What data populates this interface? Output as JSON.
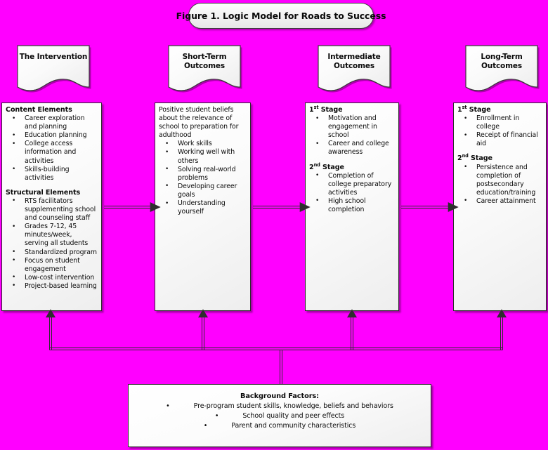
{
  "figure": {
    "title": "Figure 1. Logic Model for Roads to Success",
    "background_color": "#FF00FF",
    "box_fill_color": "#F5F5F5",
    "border_color": "#2C2C2C"
  },
  "headers": [
    {
      "id": "intervention",
      "label": "The Intervention"
    },
    {
      "id": "short-term",
      "line1": "Short-Term",
      "line2": "Outcomes"
    },
    {
      "id": "intermediate",
      "line1": "Intermediate",
      "line2": "Outcomes"
    },
    {
      "id": "long-term",
      "line1": "Long-Term",
      "line2": "Outcomes"
    }
  ],
  "columns": {
    "intervention": {
      "content_heading": "Content Elements",
      "content_items": [
        "Career exploration and planning",
        "Education planning",
        "College access information and activities",
        "Skills-building activities"
      ],
      "structural_heading": "Structural Elements",
      "structural_items": [
        "RTS facilitators supplementing school and counseling staff",
        "Grades 7-12, 45 minutes/week, serving all students",
        "Standardized program",
        "Focus on student engagement",
        "Low-cost intervention",
        "Project-based learning"
      ]
    },
    "short_term": {
      "lead": "Positive student beliefs about the relevance of school to preparation for adulthood",
      "items": [
        "Work skills",
        "Working well with others",
        "Solving real-world problems",
        "Developing career goals",
        "Understanding yourself"
      ]
    },
    "intermediate": {
      "stage1_label_number": "1",
      "stage1_label_ordinal": "st",
      "stage1_label_word": "Stage",
      "stage1_items": [
        "Motivation and engagement in school",
        "Career and college awareness"
      ],
      "stage2_label_number": "2",
      "stage2_label_ordinal": "nd",
      "stage2_label_word": "Stage",
      "stage2_items": [
        "Completion of college preparatory activities",
        "High school completion"
      ]
    },
    "long_term": {
      "stage1_label_number": "1",
      "stage1_label_ordinal": "st",
      "stage1_label_word": "Stage",
      "stage1_items": [
        "Enrollment in college",
        "Receipt of financial aid"
      ],
      "stage2_label_number": "2",
      "stage2_label_ordinal": "nd",
      "stage2_label_word": "Stage",
      "stage2_items": [
        "Persistence and completion of postsecondary education/training",
        "Career attainment"
      ]
    }
  },
  "background_factors": {
    "title": "Background Factors:",
    "items": [
      "Pre-program student skills, knowledge, beliefs and behaviors",
      "School quality and peer effects",
      "Parent and community characteristics"
    ]
  }
}
